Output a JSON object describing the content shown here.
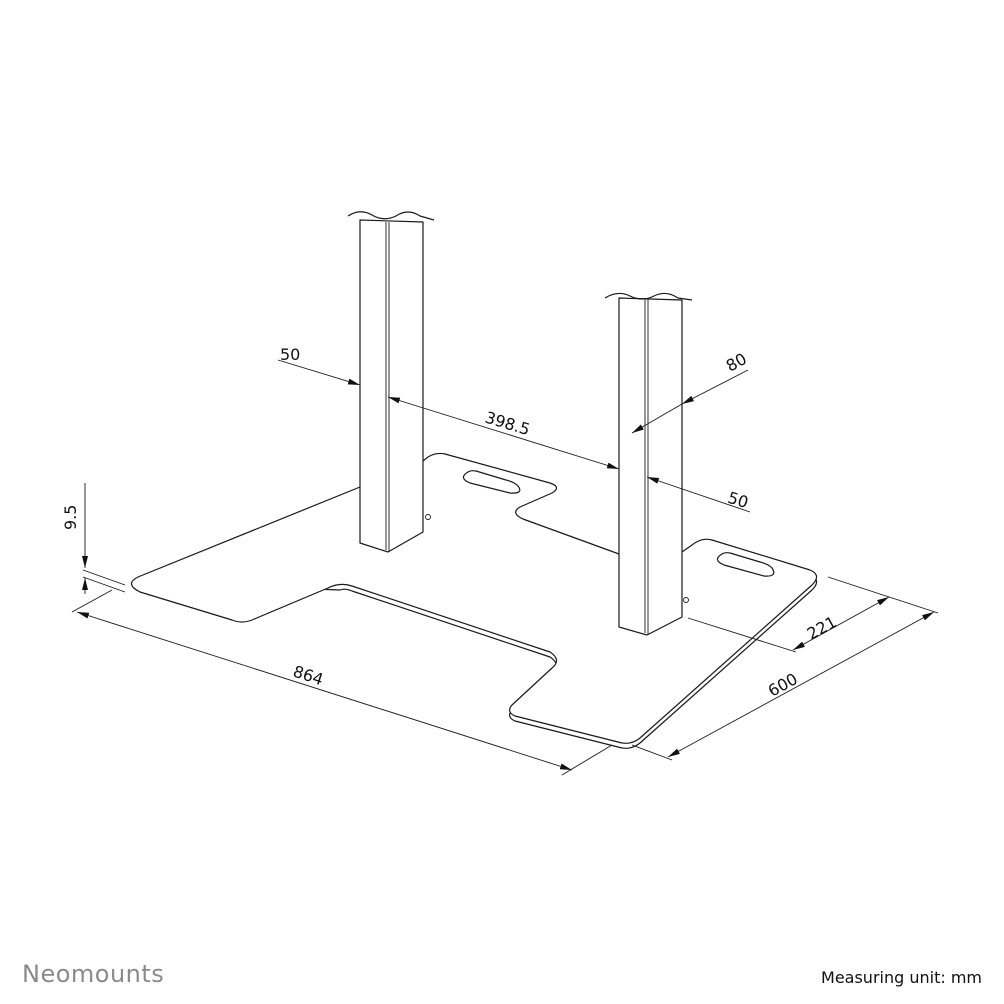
{
  "brand": "Neomounts",
  "footer": {
    "unit_label": "Measuring unit: mm"
  },
  "dimensions": {
    "plate_thickness": "9.5",
    "plate_width": "864",
    "plate_depth": "600",
    "post_offset_depth": "221",
    "post_width_left": "50",
    "post_spacing": "398.5",
    "post_width_right": "50",
    "post_depth": "80"
  },
  "colors": {
    "line": "#1a1a1a",
    "brand": "#8a8a8a"
  }
}
